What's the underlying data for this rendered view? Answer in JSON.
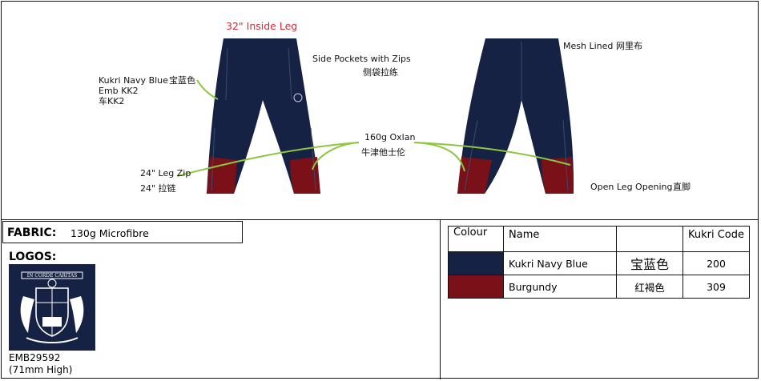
{
  "sketch": {
    "inside_leg": "32\" Inside Leg",
    "colour_label": "Kukri Navy Blue",
    "colour_label_zh": "宝蓝色",
    "emb_label": "Emb KK2",
    "emb_label_zh": "车KK2",
    "side_pockets": "Side Pockets with Zips",
    "side_pockets_zh": "侧袋拉练",
    "mesh_lined": "Mesh Lined",
    "mesh_lined_zh": "网里布",
    "panel_fabric": "160g Oxlan",
    "panel_fabric_zh": "牛津他士伦",
    "leg_zip": "24\" Leg Zip",
    "leg_zip_zh": "24\" 拉链",
    "open_leg": "Open Leg Opening",
    "open_leg_zh": "直脚"
  },
  "fabric": {
    "label": "FABRIC:",
    "value": "130g Microfibre"
  },
  "logos": {
    "label": "LOGOS:",
    "logo_text": "IN CORDE CARITAS",
    "code": "EMB29592",
    "size": "(71mm High)"
  },
  "colour_table": {
    "headers": [
      "Colour",
      "Name",
      "",
      "Kukri Code"
    ],
    "rows": [
      {
        "swatch": "#152244",
        "name": "Kukri Navy Blue",
        "name_zh": "宝蓝色",
        "code": "200"
      },
      {
        "swatch": "#7a1118",
        "name": "Burgundy",
        "name_zh": "红褐色",
        "code": "309"
      }
    ]
  },
  "colors": {
    "navy": "#152244",
    "burgundy": "#7a1118",
    "callout": "#8dc63f",
    "red_text": "#d22a3a"
  }
}
